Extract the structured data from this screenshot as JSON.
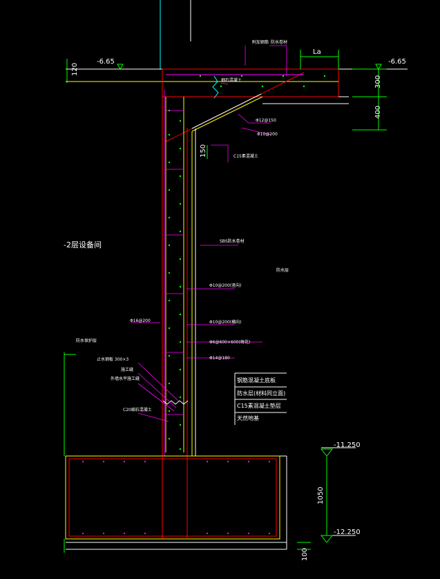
{
  "drawing": {
    "room_label": "-2层设备间",
    "elevations": {
      "top_left": "-6.65",
      "top_right": "-6.65",
      "bottom_top": "-11.250",
      "bottom_bottom": "-12.250"
    },
    "dimensions": {
      "d120": "120",
      "d300": "300",
      "d400": "400",
      "d150": "150",
      "d1050": "1050",
      "d100": "100",
      "la": "La"
    },
    "annotations": {
      "a1": "附加钢筋",
      "a2": "防水卷材",
      "a3": "细石混凝土",
      "a4": "Φ12@150",
      "a5": "Φ10@200",
      "a6": "C15素混凝土",
      "a7": "SBS防水卷材",
      "a8": "Φ10@200(竖向)",
      "a9": "Φ10@200(横向)",
      "a10": "Φ6@600×600(梅花)",
      "a11": "Φ14@180",
      "a12": "Φ16@200",
      "a13": "防水层",
      "a14": "止水钢板 300×3",
      "a15": "施工缝",
      "a16": "外墙水平施工缝",
      "a17": "C20细石混凝土",
      "a18": "防水保护层"
    },
    "legend": {
      "row1": "钢筋混凝土底板",
      "row2": "防水层(材料同立面)",
      "row3": "C15素混凝土垫层",
      "row4": "天然地基"
    }
  }
}
